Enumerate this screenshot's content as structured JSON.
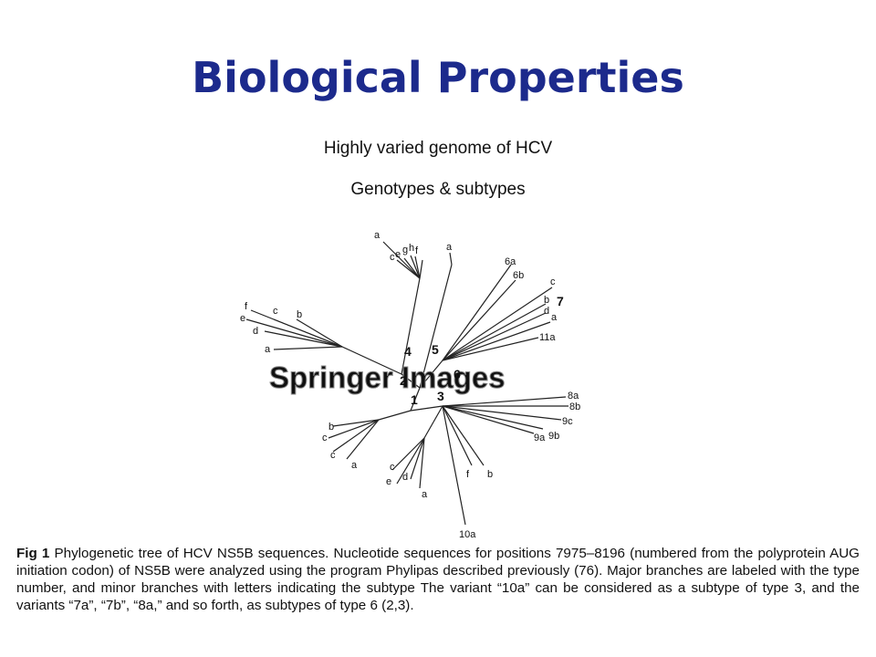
{
  "slide": {
    "title": "Biological Properties",
    "subtitle_1": "Highly varied genome of HCV",
    "subtitle_2": "Genotypes & subtypes"
  },
  "figure": {
    "watermark": "Springer Images",
    "type_labels": {
      "t1": "1",
      "t2": "2",
      "t3": "3",
      "t4": "4",
      "t5": "5",
      "t6": "6",
      "t7": "7"
    },
    "leaf_labels": {
      "g4a": "a",
      "g4c": "c",
      "g4e": "e",
      "g4g": "g",
      "g4h": "h",
      "g4f": "f",
      "g5a": "a",
      "g6a": "6a",
      "g6b": "6b",
      "g7c": "c",
      "g7b": "b",
      "g7d": "d",
      "g7a": "a",
      "g11a": "11a",
      "g8a": "8a",
      "g8b": "8b",
      "g9c": "9c",
      "g9a": "9a",
      "g9b": "9b",
      "g2f": "f",
      "g2c": "c",
      "g2b": "b",
      "g2e": "e",
      "g2d": "d",
      "g2a": "a",
      "g1b": "b",
      "g1c": "c",
      "g1c2": "c",
      "g1a": "a",
      "g3c": "c",
      "g3e": "e",
      "g3d": "d",
      "g3a": "a",
      "g3f": "f",
      "g3b": "b",
      "g10a": "10a"
    }
  },
  "caption": {
    "label": "Fig 1",
    "text": " Phylogenetic tree of HCV NS5B sequences. Nucleotide sequences for positions 7975–8196 (numbered from the polyprotein  AUG initiation codon) of NS5B were analyzed using the program Phylipas described previously (76). Major branches are labeled with the type number, and minor branches with letters indicating the subtype The variant “10a” can be considered as a subtype of type 3, and the variants “7a”, “7b”, “8a,” and so forth, as subtypes of type 6 (2,3)."
  }
}
